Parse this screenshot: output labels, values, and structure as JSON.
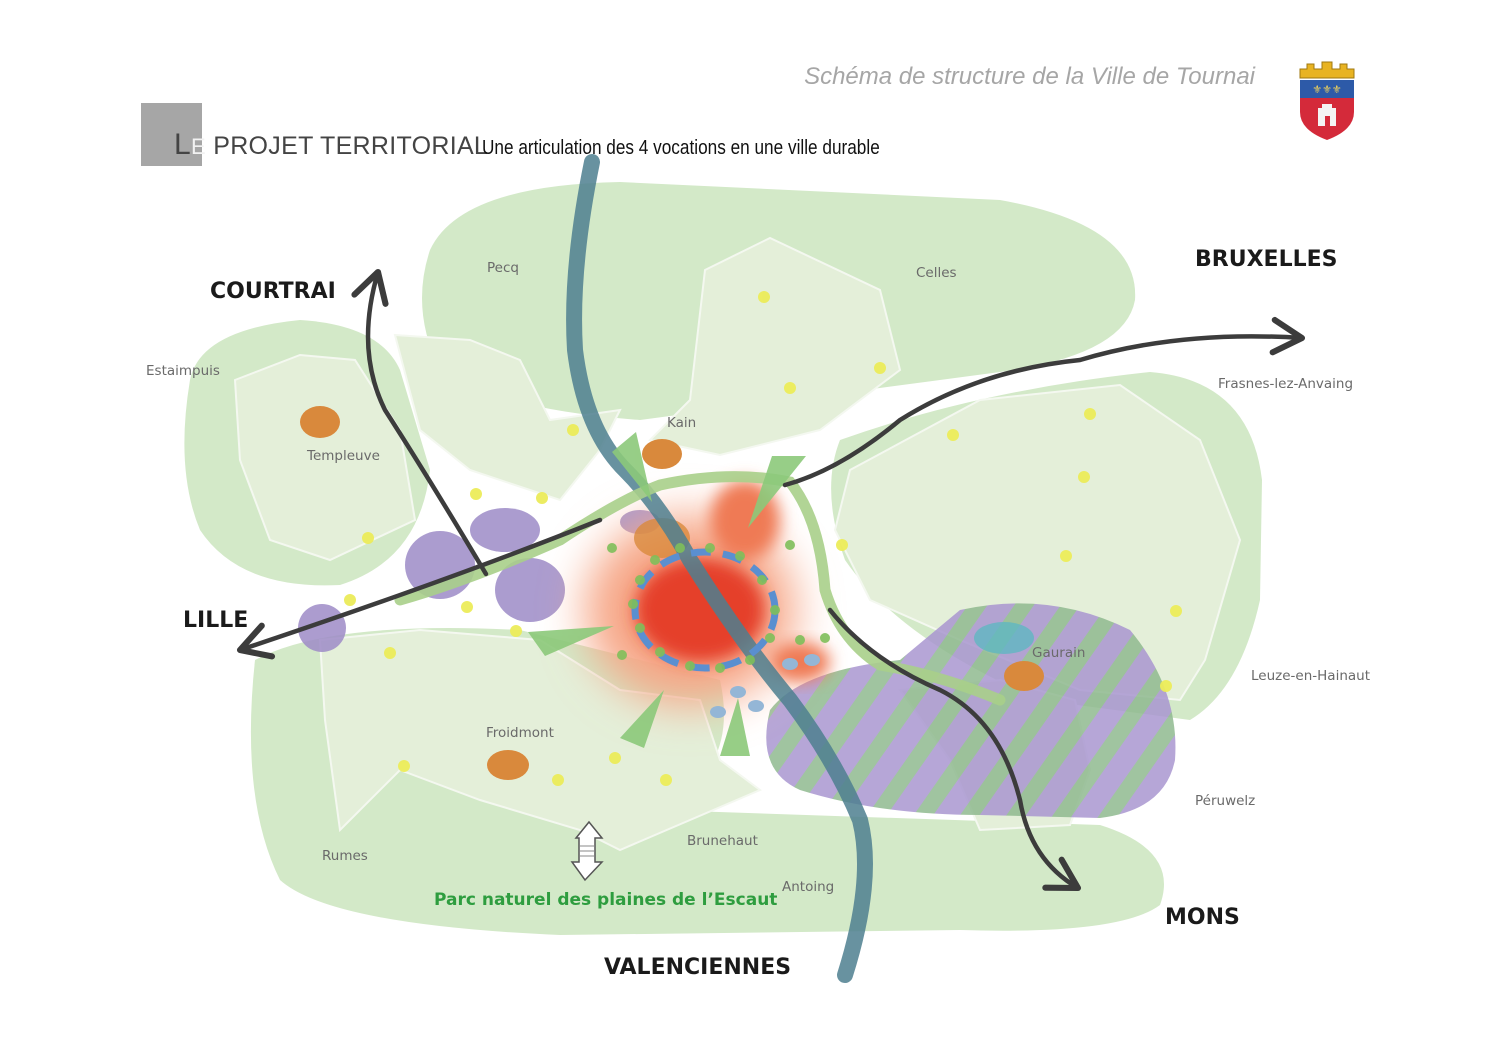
{
  "header": {
    "document_title": "Schéma de structure de la Ville de Tournai",
    "section_initial": "L",
    "section_initial_grey": "E",
    "section_rest": " PROJET TERRITORIAL",
    "section_subtitle": "Une articulation des 4 vocations en une ville durable"
  },
  "crest": {
    "icon": "tournai-coat-of-arms-icon",
    "colors": {
      "crown": "#e8b322",
      "shield_top": "#2d5aa8",
      "shield_bottom": "#d42a3a"
    }
  },
  "map": {
    "directions": [
      {
        "id": "courtrai",
        "label": "COURTRAI"
      },
      {
        "id": "bruxelles",
        "label": "BRUXELLES"
      },
      {
        "id": "lille",
        "label": "LILLE"
      },
      {
        "id": "mons",
        "label": "MONS"
      },
      {
        "id": "valenciennes",
        "label": "VALENCIENNES"
      }
    ],
    "communes": [
      {
        "id": "pecq",
        "label": "Pecq"
      },
      {
        "id": "celles",
        "label": "Celles"
      },
      {
        "id": "estaimpuis",
        "label": "Estaimpuis"
      },
      {
        "id": "frasnes",
        "label": "Frasnes-lez-Anvaing"
      },
      {
        "id": "kain",
        "label": "Kain"
      },
      {
        "id": "templeuve",
        "label": "Templeuve"
      },
      {
        "id": "gaurain",
        "label": "Gaurain"
      },
      {
        "id": "leuze",
        "label": "Leuze-en-Hainaut"
      },
      {
        "id": "froidmont",
        "label": "Froidmont"
      },
      {
        "id": "peruwelz",
        "label": "Péruwelz"
      },
      {
        "id": "brunehaut",
        "label": "Brunehaut"
      },
      {
        "id": "rumes",
        "label": "Rumes"
      },
      {
        "id": "antoing",
        "label": "Antoing"
      }
    ],
    "park_label": "Parc naturel des plaines de l’Escaut",
    "colors": {
      "green_zone": "#cfe8c4",
      "green_pale": "#e3efd8",
      "purple": "#9a88c4",
      "urban_core": "#e5402a",
      "urban_halo": "#f5a380",
      "orange_node": "#d9893c",
      "river": "#4a7d8c",
      "ring_road": "#a9cf8a",
      "axis_arrow": "#3c3c3c",
      "yellow_point": "#e6e64a",
      "blue_ring": "#5a8fd0"
    }
  }
}
